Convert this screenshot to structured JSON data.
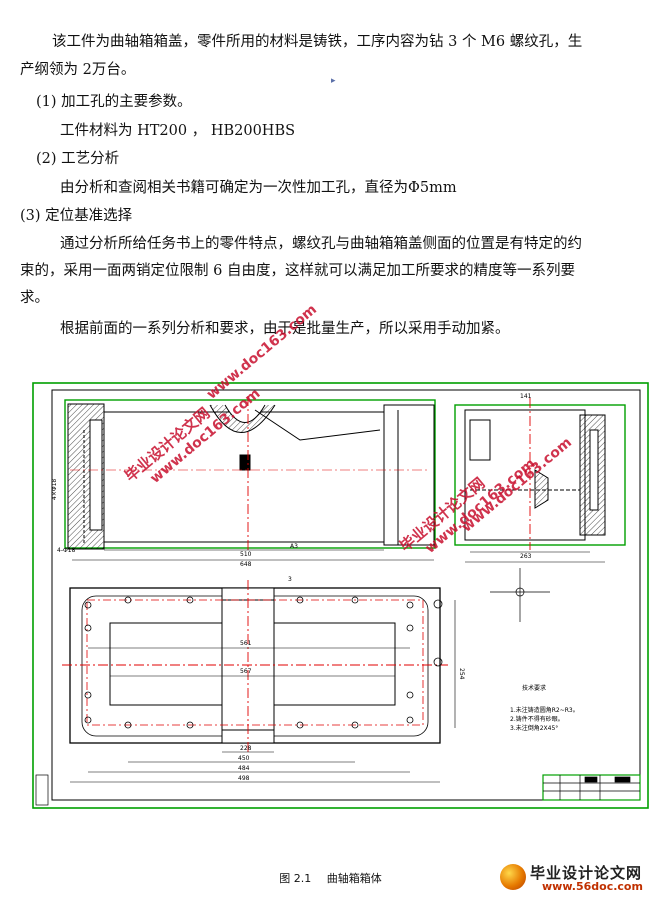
{
  "doc": {
    "p1_line1": "该工件为曲轴箱箱盖，零件所用的材料是铸铁，工序内容为钻 3 个 M6 螺纹孔，生",
    "p1_line2": "产纲领为 2万台。",
    "h1": "(1)  加工孔的主要参数。",
    "p2": "工件材料为 HT200 ， HB200HBS",
    "h2": "(2)  工艺分析",
    "p3": "由分析和查阅相关书籍可确定为一次性加工孔，直径为Φ5mm",
    "h3": "(3) 定位基准选择",
    "p4_line1": "通过分析所给任务书上的零件特点，螺纹孔与曲轴箱箱盖侧面的位置是有特定的约",
    "p4_line2": "束的，采用一面两销定位限制 6 自由度，这样就可以满足加工所要求的精度等一系列要",
    "p4_line3": "求。",
    "p5": "根据前面的一系列分析和要求，由于是批量生产，所以采用手动加紧。"
  },
  "cursor_glyph": "▸",
  "drawing": {
    "dims": {
      "d510": "510",
      "d648": "648",
      "d141": "141",
      "d263": "263",
      "d561": "561",
      "d567": "567",
      "d254": "254",
      "d228": "228",
      "d450": "450",
      "d484": "484",
      "d498": "498",
      "d3": "3",
      "dA3": "A3"
    },
    "notes_title": "技术要求",
    "notes": [
      "1.未注铸造圆角R2~R3。",
      "2.铸件不得有砂眼。",
      "3.未注倒角2X45°"
    ]
  },
  "figure": {
    "number": "图 2.1",
    "caption": "曲轴箱箱体"
  },
  "watermarks": {
    "site_cn": "毕业设计论文网",
    "site_url": "www.doc163.com"
  },
  "logo": {
    "title": "毕业设计论文网",
    "url": "www.56doc.com"
  },
  "colors": {
    "frame_green": "#00a000",
    "center_red": "#e00000",
    "watermark_red": "#c8102e"
  }
}
